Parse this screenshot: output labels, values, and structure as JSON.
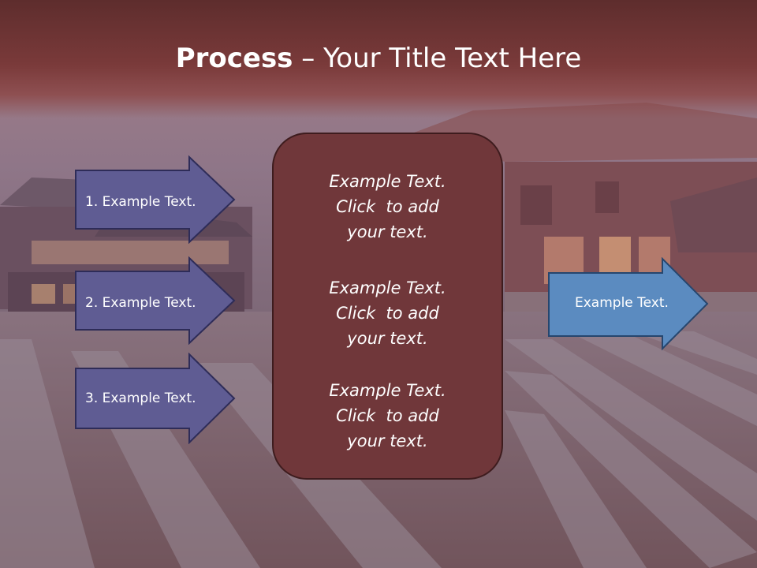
{
  "title": {
    "bold": "Process",
    "rest": " – Your Title Text Here"
  },
  "left_arrows": [
    {
      "label": "1. Example Text."
    },
    {
      "label": "2. Example Text."
    },
    {
      "label": "3. Example Text."
    }
  ],
  "center_box": {
    "blocks": [
      {
        "lines": [
          "Example Text.",
          "Click  to add",
          "your text."
        ]
      },
      {
        "lines": [
          "Example Text.",
          "Click  to add",
          "your text."
        ]
      },
      {
        "lines": [
          "Example Text.",
          "Click  to add",
          "your text."
        ]
      }
    ]
  },
  "right_arrow": {
    "label": "Example Text."
  },
  "colors": {
    "title_bar": "#6b3333",
    "center_box": "#70373a",
    "left_arrow_fill": "#5f5c93",
    "right_arrow_fill": "#5b8bc0"
  }
}
